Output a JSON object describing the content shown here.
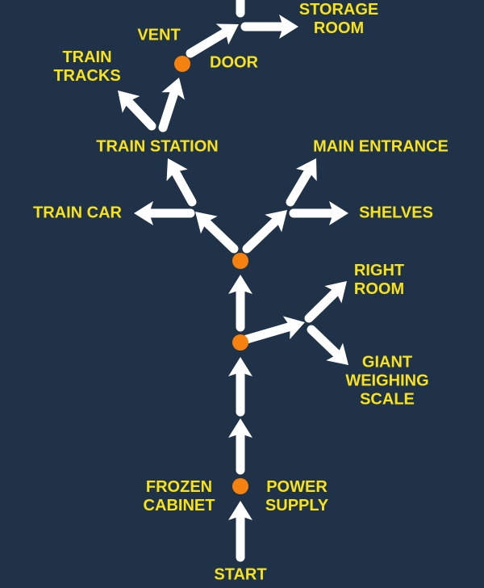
{
  "colors": {
    "background": "#1f3247",
    "label": "#f7e21c",
    "arrow": "#ffffff",
    "node": "#f5820f"
  },
  "labels": {
    "start": "START",
    "frozen_cabinet": [
      "FROZEN",
      "CABINET"
    ],
    "power_supply": [
      "POWER",
      "SUPPLY"
    ],
    "right_room": [
      "RIGHT",
      "ROOM"
    ],
    "giant_weighing_scale": [
      "GIANT",
      "WEIGHING",
      "SCALE"
    ],
    "train_car": "TRAIN CAR",
    "shelves": "SHELVES",
    "train_station": "TRAIN STATION",
    "main_entrance": "MAIN ENTRANCE",
    "train_tracks": [
      "TRAIN",
      "TRACKS"
    ],
    "vent": "VENT",
    "door": "DOOR",
    "storage_room": [
      "STORAGE",
      "ROOM"
    ]
  }
}
